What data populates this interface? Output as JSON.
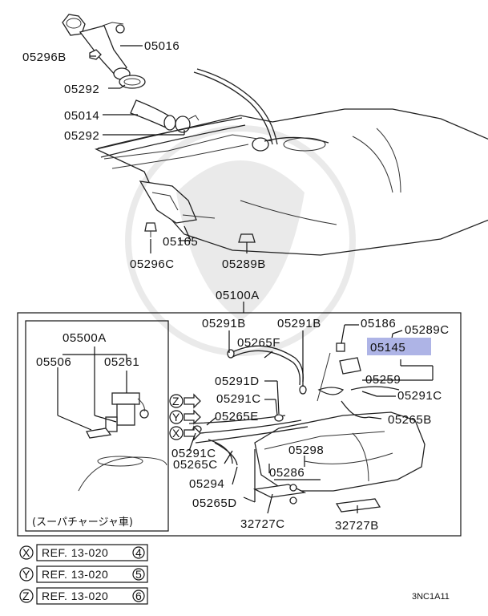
{
  "labels": {
    "p05016": "05016",
    "p05296B": "05296B",
    "p05292a": "05292",
    "p05014": "05014",
    "p05292b": "05292",
    "p05165": "05165",
    "p05296C": "05296C",
    "p05289B": "05289B",
    "p05100A": "05100A",
    "p05500A": "05500A",
    "p05506": "05506",
    "p05261": "05261",
    "p05291B_a": "05291B",
    "p05291B_b": "05291B",
    "p05186": "05186",
    "p05289C": "05289C",
    "p05145": "05145",
    "p05265F": "05265F",
    "p05259": "05259",
    "p05291D": "05291D",
    "p05291C_a": "05291C",
    "p05291C_b": "05291C",
    "p05291C_c": "05291C",
    "p05265E": "05265E",
    "p05265B": "05265B",
    "p05265C": "05265C",
    "p05298": "05298",
    "p05294": "05294",
    "p05286": "05286",
    "p05265D": "05265D",
    "p32727C": "32727C",
    "p32727B": "32727B"
  },
  "supercharger_note": "(スーパチャージャ車)",
  "connector_markers": [
    "Z",
    "Y",
    "X"
  ],
  "references": [
    {
      "marker": "X",
      "text": "REF. 13-020",
      "num": "4"
    },
    {
      "marker": "Y",
      "text": "REF. 13-020",
      "num": "5"
    },
    {
      "marker": "Z",
      "text": "REF. 13-020",
      "num": "6"
    }
  ],
  "diagram_code": "3NC1A11",
  "highlight_color": "#aeb4e6"
}
